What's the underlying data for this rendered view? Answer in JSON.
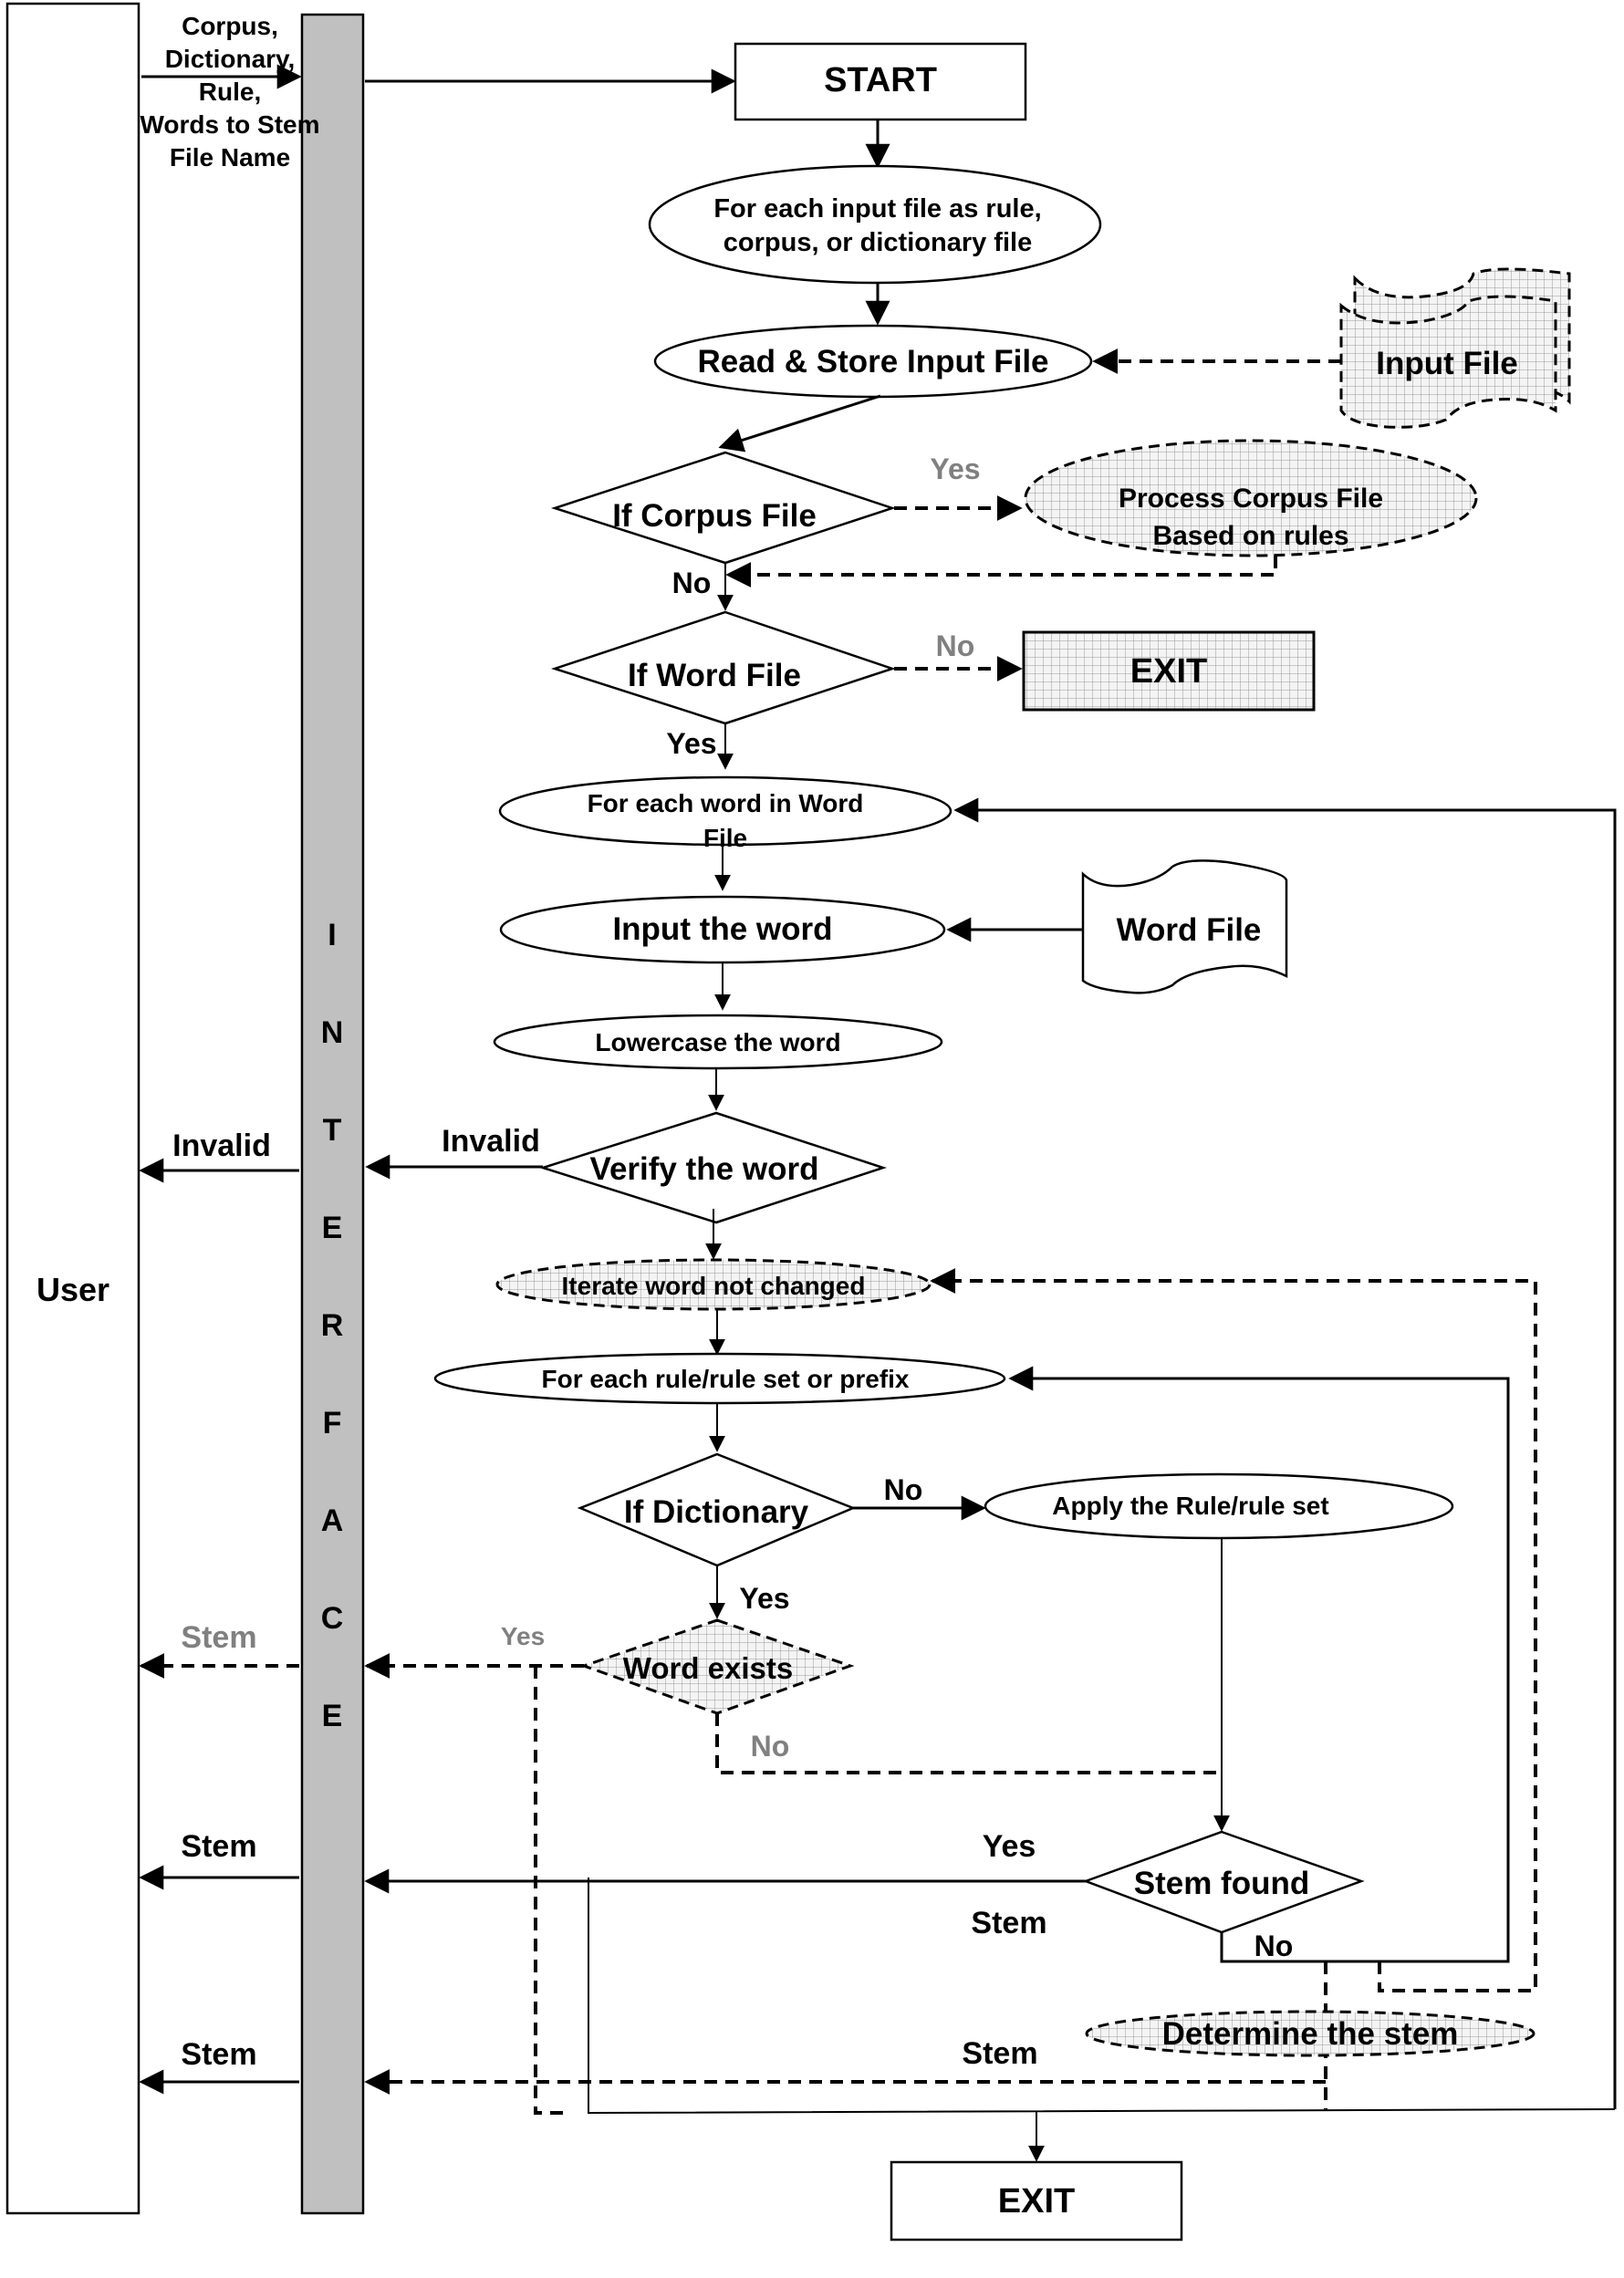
{
  "lanes": {
    "user_label": "User",
    "interface_letters": [
      "I",
      "N",
      "T",
      "E",
      "R",
      "F",
      "A",
      "C",
      "E"
    ],
    "interface_fill": "#c0c0c0"
  },
  "inputs_label": [
    "Corpus,",
    "Dictionary,",
    "Rule,",
    "Words to Stem",
    "File Name"
  ],
  "nodes": {
    "start": "START",
    "for_each_input": [
      "For each input file as rule,",
      "corpus, or dictionary file"
    ],
    "read_store": "Read & Store Input File",
    "input_file": "Input File",
    "if_corpus": "If Corpus File",
    "process_corpus": [
      "Process Corpus File",
      "Based on rules"
    ],
    "if_word_file": "If Word File",
    "exit_top": "EXIT",
    "for_each_word": [
      "For each word in Word",
      "File"
    ],
    "input_word": "Input the word",
    "word_file": "Word File",
    "lowercase": "Lowercase the word",
    "verify": "Verify the word",
    "iterate": "Iterate word not changed",
    "for_each_rule": "For each rule/rule set or prefix",
    "if_dictionary": "If Dictionary",
    "apply_rule": "Apply the Rule/rule set",
    "word_exists": "Word exists",
    "stem_found": "Stem found",
    "determine_stem": "Determine the stem",
    "exit_bottom": "EXIT"
  },
  "edge_labels": {
    "corpus_yes": "Yes",
    "corpus_no": "No",
    "wordfile_no": "No",
    "wordfile_yes": "Yes",
    "verify_invalid": "Invalid",
    "user_invalid": "Invalid",
    "dict_no": "No",
    "dict_yes": "Yes",
    "exists_yes": "Yes",
    "exists_no": "No",
    "user_stem_1": "Stem",
    "found_yes": "Yes",
    "found_stem": "Stem",
    "found_no": "No",
    "user_stem_2": "Stem",
    "determine_stem_out": "Stem",
    "user_stem_3": "Stem"
  },
  "colors": {
    "line": "#000000",
    "muted_label": "#808080",
    "hatch_line": "#9a9a9a"
  }
}
